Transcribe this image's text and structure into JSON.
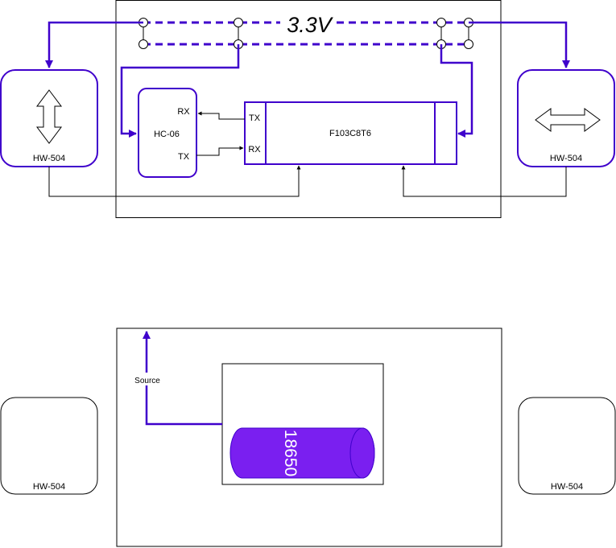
{
  "colors": {
    "accent": "#3f00cc",
    "battery_fill": "#7a1ff0",
    "stroke": "#000000",
    "background": "#ffffff"
  },
  "top_diagram": {
    "rail_label": "3.3V",
    "left_module": {
      "label": "HW-504",
      "icon": "vertical-double-arrow-icon"
    },
    "right_module": {
      "label": "HW-504",
      "icon": "horizontal-double-arrow-icon"
    },
    "bluetooth": {
      "label": "HC-06",
      "rx_label": "RX",
      "tx_label": "TX"
    },
    "mcu": {
      "label": "F103C8T6",
      "tx_label": "TX",
      "rx_label": "RX"
    }
  },
  "bottom_diagram": {
    "source_label": "Source",
    "battery_label": "18650",
    "left_module": {
      "label": "HW-504"
    },
    "right_module": {
      "label": "HW-504"
    }
  }
}
